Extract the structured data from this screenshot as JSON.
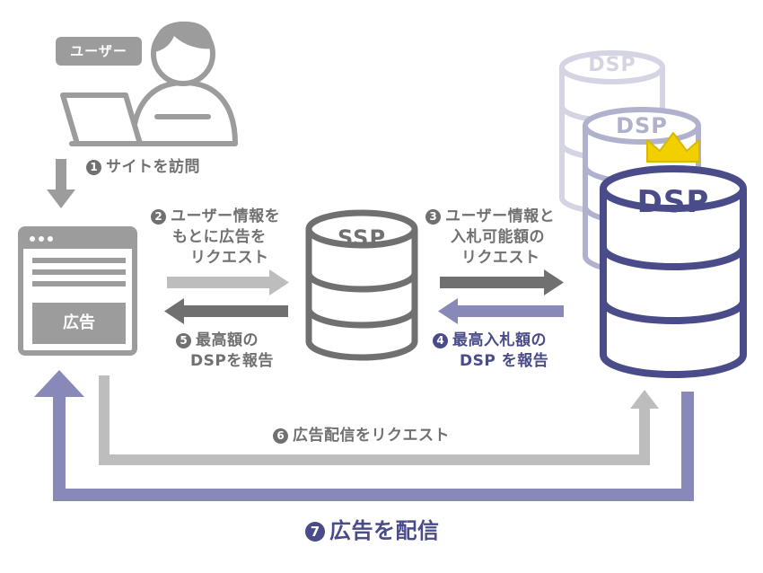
{
  "user": {
    "label": "ユーザー"
  },
  "browser": {
    "ad_label": "広告"
  },
  "ssp": {
    "label": "SSP"
  },
  "dsp": {
    "label": "DSP"
  },
  "steps": {
    "s1": {
      "num": "1",
      "text": "サイトを訪問"
    },
    "s2": {
      "num": "2",
      "line1": "ユーザー情報を",
      "line2": "もとに広告を",
      "line3": "リクエスト"
    },
    "s3": {
      "num": "3",
      "line1": "ユーザー情報と",
      "line2": "入札可能額の",
      "line3": "リクエスト"
    },
    "s4": {
      "num": "4",
      "line1": "最高入札額の",
      "line2": "DSP を報告"
    },
    "s5": {
      "num": "5",
      "line1": "最高額の",
      "line2": "DSPを報告"
    },
    "s6": {
      "num": "6",
      "text": "広告配信をリクエスト"
    },
    "s7": {
      "num": "7",
      "text": "広告を配信"
    }
  },
  "colors": {
    "gray_dark": "#707070",
    "gray_mid": "#9c9c9c",
    "gray_light": "#bdbdbd",
    "purple": "#4a4c8a",
    "purple_mid": "#8889b8",
    "crown": "#f2d000"
  }
}
